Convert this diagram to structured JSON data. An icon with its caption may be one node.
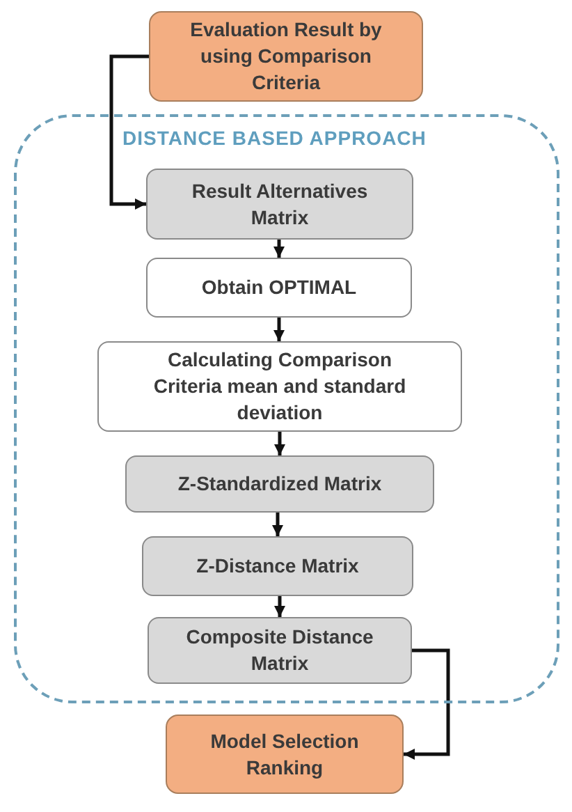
{
  "diagram": {
    "nodes": [
      {
        "text": [
          "Evaluation Result by using Comparison Criteria"
        ]
      },
      {
        "text": [
          "DISTANCE BASED APPROACH"
        ]
      },
      {
        "text": [
          "Result Alternatives Matrix"
        ],
        "in": 1
      },
      {
        "text": [
          "Obtain OPTIMAL"
        ],
        "in": 1
      },
      {
        "text": [
          "Calculating Comparison Criteria mean and standard deviation"
        ],
        "in": 1
      },
      {
        "text": [
          "Z-Standardized Matrix"
        ],
        "in": 1
      },
      {
        "text": [
          "Z-Distance Matrix"
        ],
        "in": 1
      },
      {
        "text": [
          "Composite Distance Matrix"
        ],
        "in": 1
      },
      {
        "text": [
          "Model Selection Ranking"
        ]
      }
    ],
    "edges": [
      {
        "from": 0,
        "to": 2,
        "arrow": "to"
      },
      {
        "from": 2,
        "to": 3,
        "arrow": "to"
      },
      {
        "from": 3,
        "to": 4,
        "arrow": "to"
      },
      {
        "from": 4,
        "to": 5,
        "arrow": "to"
      },
      {
        "from": 5,
        "to": 6,
        "arrow": "to"
      },
      {
        "from": 6,
        "to": 7,
        "arrow": "to"
      },
      {
        "from": 7,
        "to": 8,
        "arrow": "to"
      }
    ]
  }
}
